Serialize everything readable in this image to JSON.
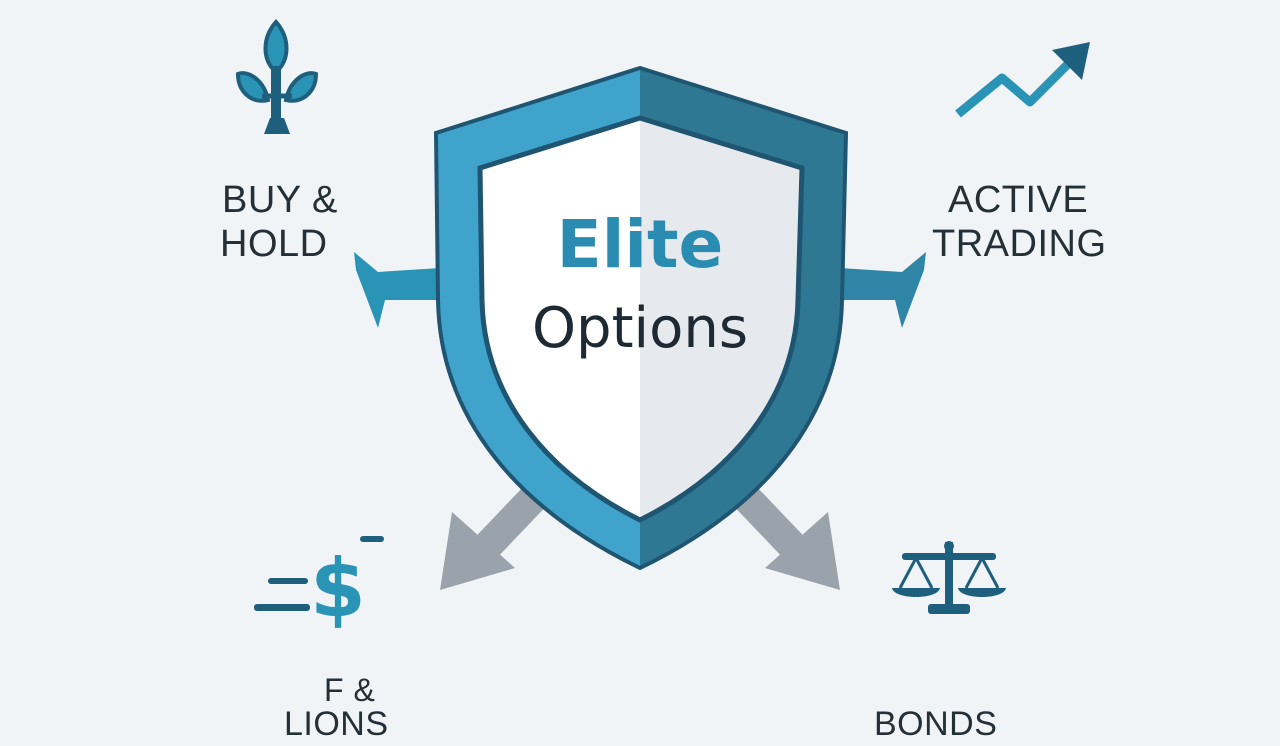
{
  "center": {
    "line1": "Elite",
    "line2": "Options"
  },
  "quadrants": {
    "top_left": {
      "line1": "BUY &",
      "line2": "HOLD",
      "icon": "sprout-icon"
    },
    "top_right": {
      "line1": "ACTIVE",
      "line2": "TRADING",
      "icon": "trend-up-arrow-icon"
    },
    "bottom_left": {
      "line1": "F &",
      "line2": "LIONS",
      "icon": "dollar-icon"
    },
    "bottom_right": {
      "line1": "BONDS",
      "icon": "scales-icon"
    }
  },
  "colors": {
    "background": "#f1f4f7",
    "shield_light": "#3fa3cc",
    "shield_dark": "#2f7894",
    "accent_teal": "#2a94b6",
    "icon_dark": "#1f5f7e",
    "arrow_gray": "#9aa3ab",
    "text_dark": "#243038"
  }
}
